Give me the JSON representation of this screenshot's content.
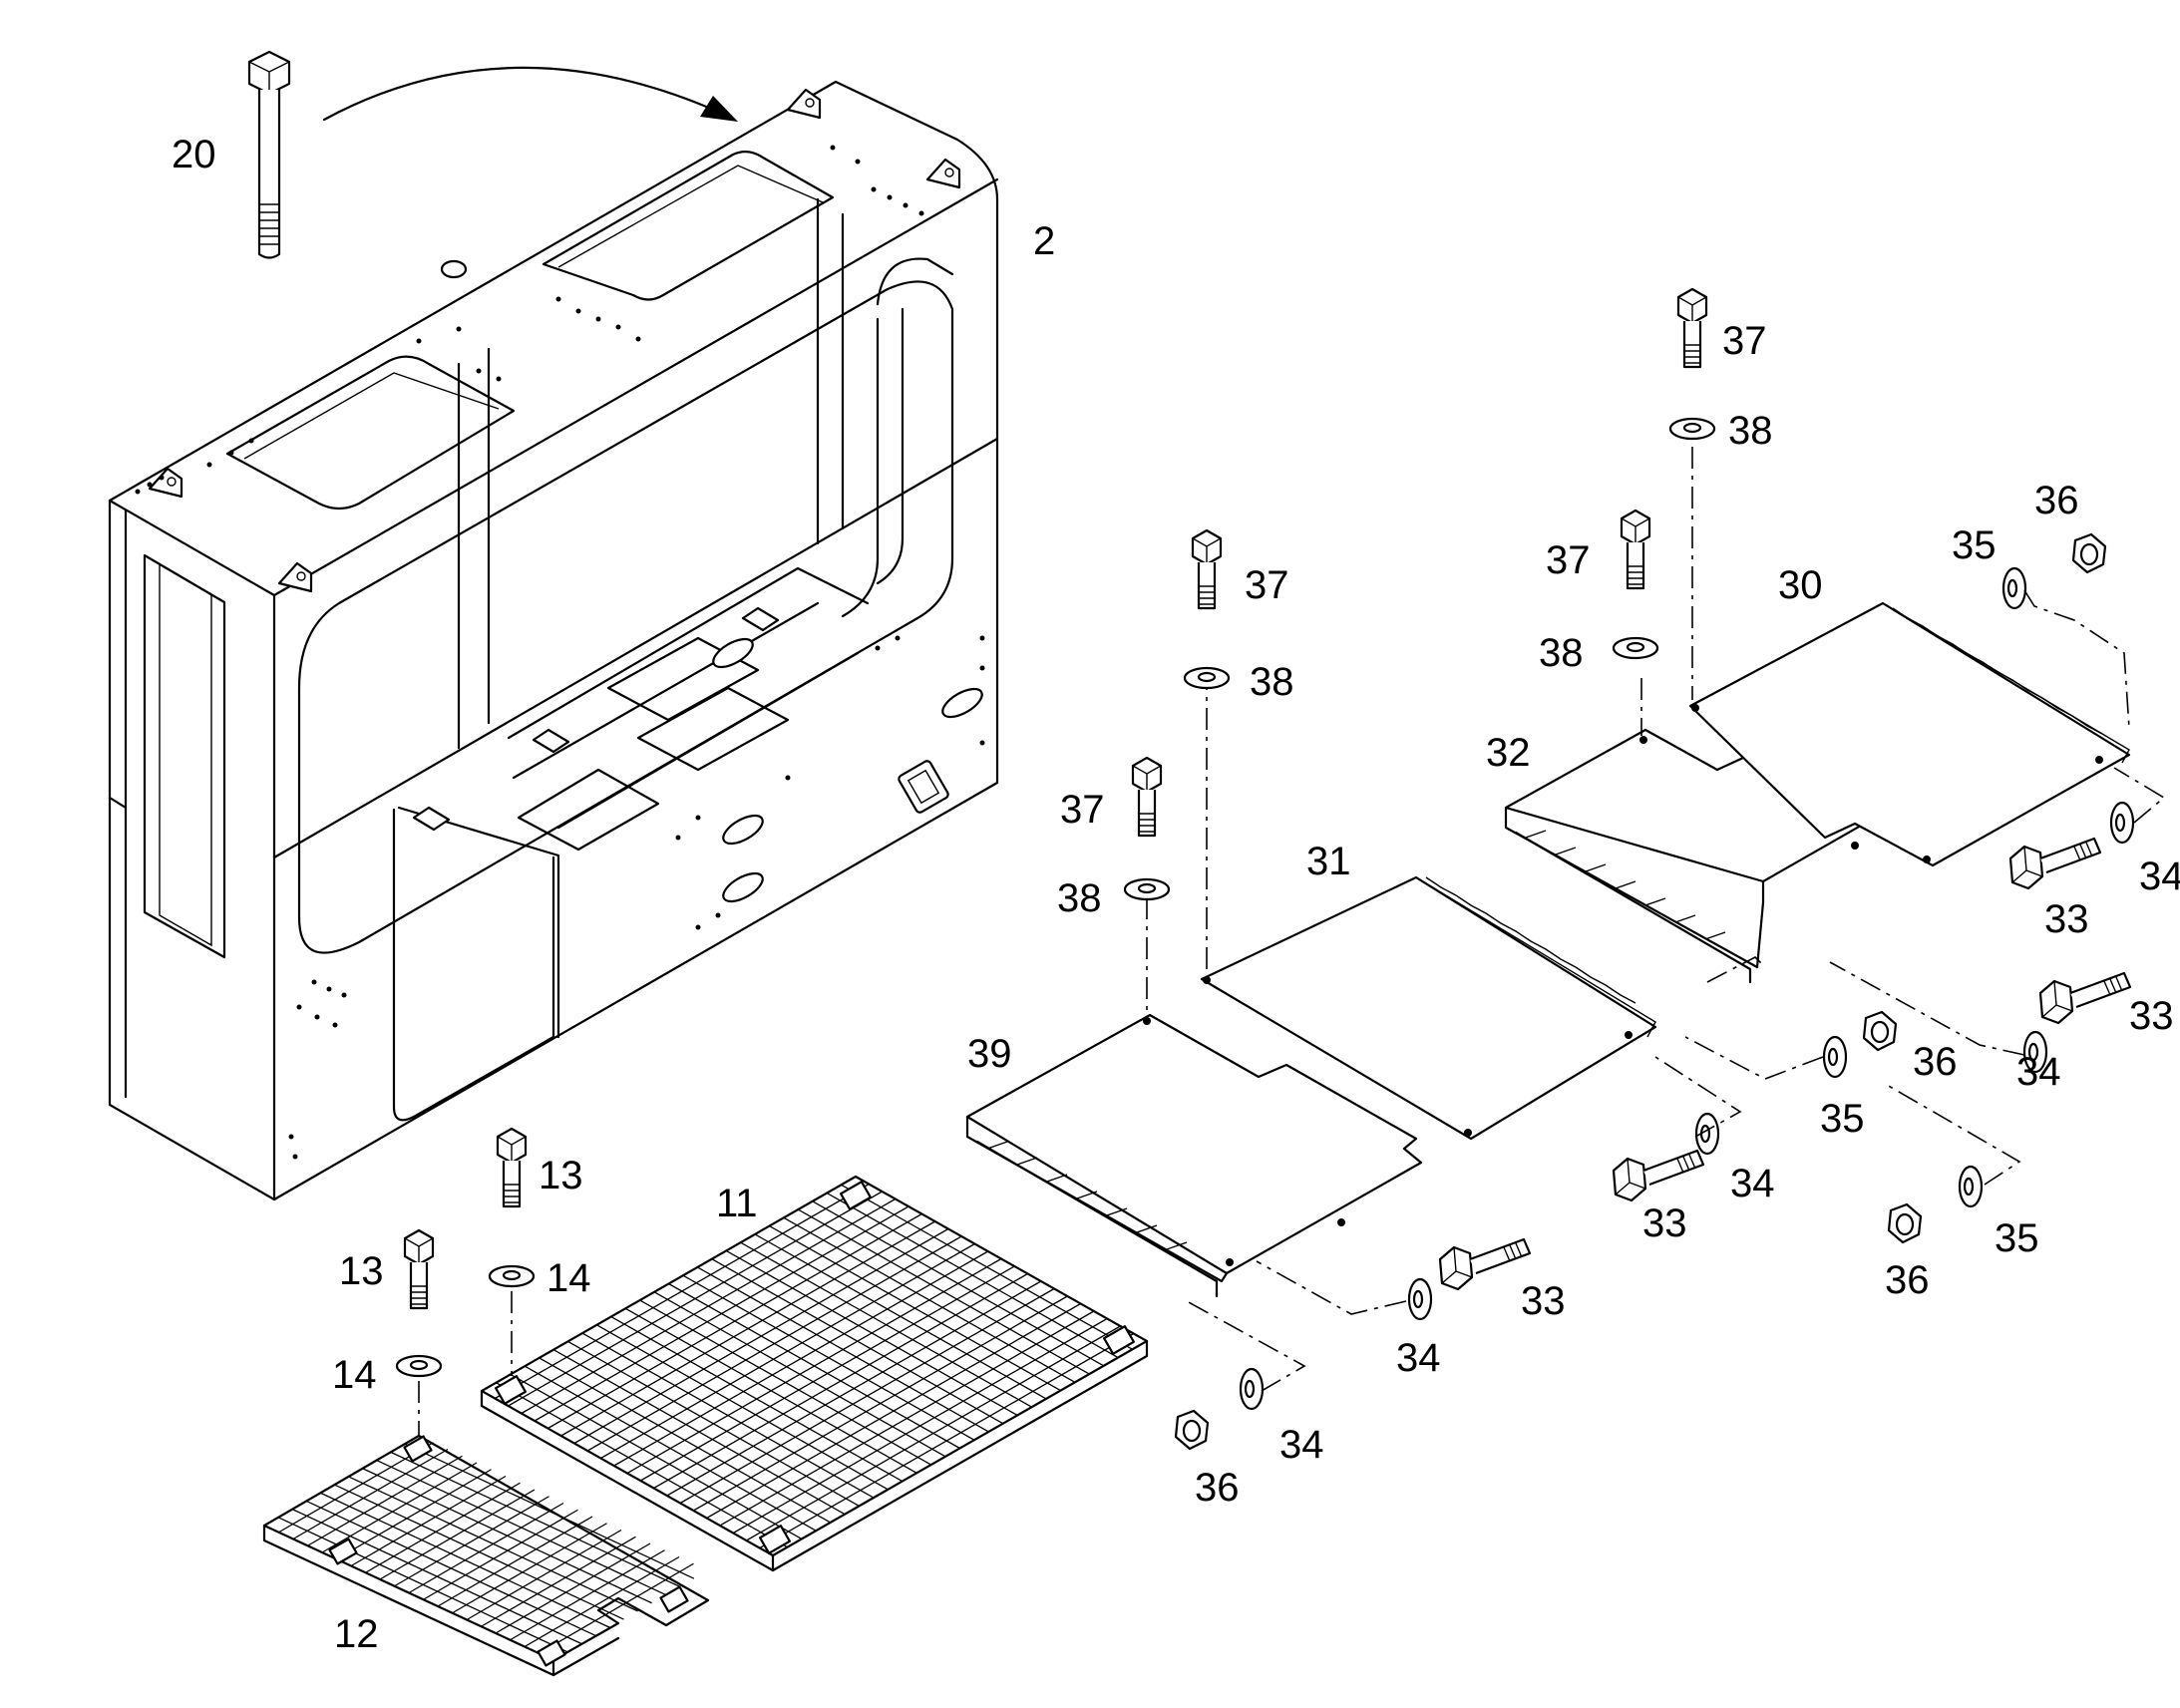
{
  "diagram": {
    "callouts": {
      "c2": "2",
      "c11": "11",
      "c12": "12",
      "c13": "13",
      "c14": "14",
      "c20": "20",
      "c30": "30",
      "c31": "31",
      "c32": "32",
      "c33": "33",
      "c34": "34",
      "c35": "35",
      "c36": "36",
      "c37": "37",
      "c38": "38",
      "c39": "39"
    }
  }
}
